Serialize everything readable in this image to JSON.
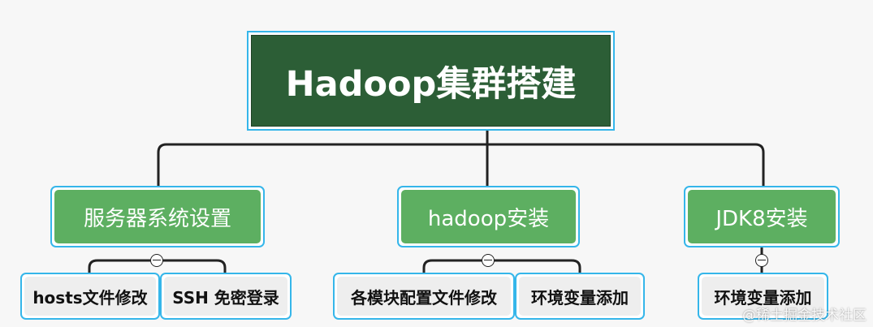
{
  "root": {
    "label": "Hadoop集群搭建"
  },
  "branches": [
    {
      "label": "服务器系统设置",
      "children": [
        {
          "label": "hosts文件修改"
        },
        {
          "label": "SSH 免密登录"
        }
      ]
    },
    {
      "label": "hadoop安装",
      "children": [
        {
          "label": "各模块配置文件修改"
        },
        {
          "label": "环境变量添加"
        }
      ]
    },
    {
      "label": "JDK8安装",
      "children": [
        {
          "label": "环境变量添加"
        }
      ]
    }
  ],
  "watermark": "@稀土掘金技术社区",
  "colors": {
    "root_fill": "#2c5e36",
    "branch_fill": "#5daf61",
    "leaf_fill": "#eeeeee",
    "border": "#35b6ea",
    "connector": "#222222"
  }
}
